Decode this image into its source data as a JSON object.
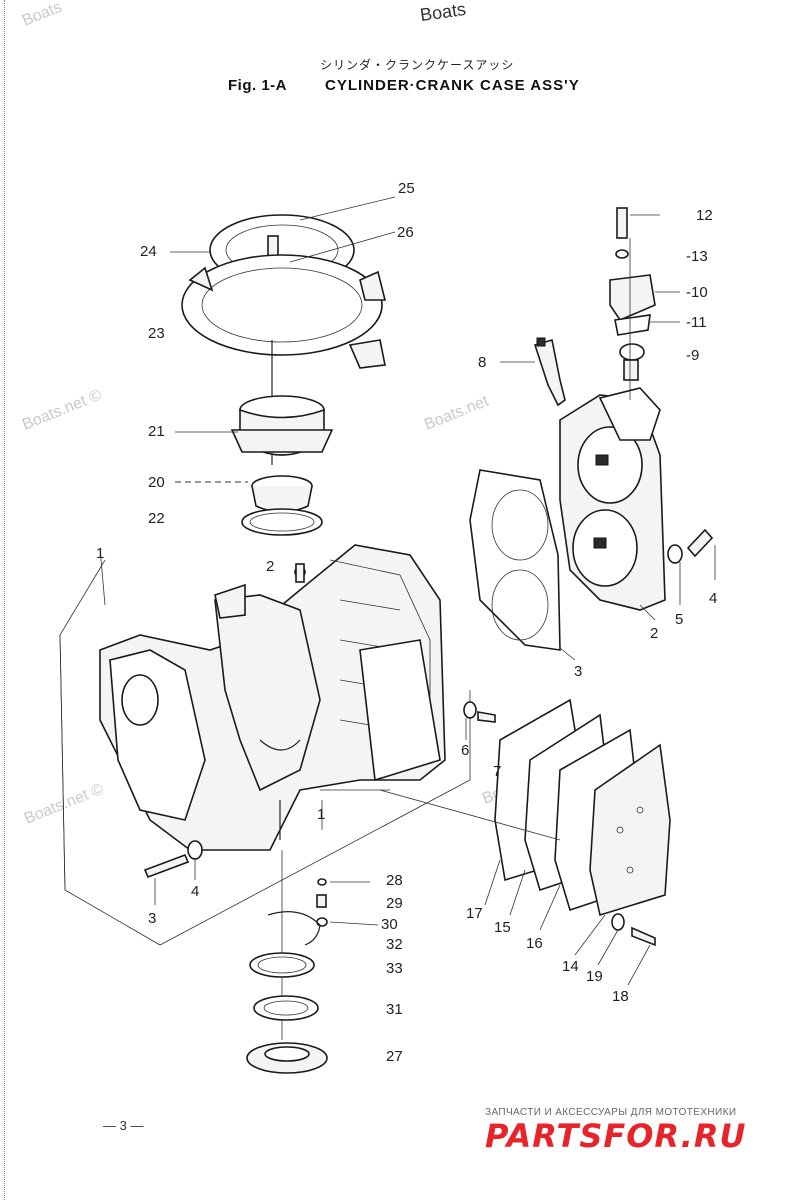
{
  "header": {
    "watermark_top": "Boats",
    "japanese_title": "シリンダ・クランクケースアッシ",
    "figure_number": "Fig. 1-A",
    "figure_title": "CYLINDER·CRANK CASE ASS'Y"
  },
  "watermarks": [
    "Boats",
    "Boats.net ©",
    "Boats.net",
    "Boats.net ©",
    "Boats.net"
  ],
  "callouts": [
    {
      "id": "c25",
      "label": "25"
    },
    {
      "id": "c24",
      "label": "24"
    },
    {
      "id": "c26",
      "label": "26"
    },
    {
      "id": "c23",
      "label": "23"
    },
    {
      "id": "c21",
      "label": "21"
    },
    {
      "id": "c20",
      "label": "20"
    },
    {
      "id": "c22",
      "label": "22"
    },
    {
      "id": "c1",
      "label": "1"
    },
    {
      "id": "c2a",
      "label": "2"
    },
    {
      "id": "c12",
      "label": "12"
    },
    {
      "id": "c13",
      "label": "-13"
    },
    {
      "id": "c10",
      "label": "-10"
    },
    {
      "id": "c11",
      "label": "-11"
    },
    {
      "id": "c8",
      "label": "8"
    },
    {
      "id": "c9",
      "label": "-9"
    },
    {
      "id": "c4a",
      "label": "4"
    },
    {
      "id": "c5",
      "label": "5"
    },
    {
      "id": "c2b",
      "label": "2"
    },
    {
      "id": "c3a",
      "label": "3"
    },
    {
      "id": "c6",
      "label": "6"
    },
    {
      "id": "c7",
      "label": "7"
    },
    {
      "id": "c1b",
      "label": "1"
    },
    {
      "id": "c3b",
      "label": "3"
    },
    {
      "id": "c4b",
      "label": "4"
    },
    {
      "id": "c28",
      "label": "28"
    },
    {
      "id": "c29",
      "label": "29"
    },
    {
      "id": "c30",
      "label": "30"
    },
    {
      "id": "c32",
      "label": "32"
    },
    {
      "id": "c33",
      "label": "33"
    },
    {
      "id": "c31",
      "label": "31"
    },
    {
      "id": "c27",
      "label": "27"
    },
    {
      "id": "c17",
      "label": "17"
    },
    {
      "id": "c15",
      "label": "15"
    },
    {
      "id": "c16",
      "label": "16"
    },
    {
      "id": "c14",
      "label": "14"
    },
    {
      "id": "c19",
      "label": "19"
    },
    {
      "id": "c18",
      "label": "18"
    }
  ],
  "footer": {
    "page_number": "— 3 —",
    "ad_caption": "ЗАПЧАСТИ И АКСЕССУАРЫ ДЛЯ МОТОТЕХНИКИ",
    "ad_logo": "PARTSFOR.RU"
  },
  "colors": {
    "ink": "#222222",
    "watermark": "#c9c9c9",
    "ad_red": "#e6242a"
  }
}
